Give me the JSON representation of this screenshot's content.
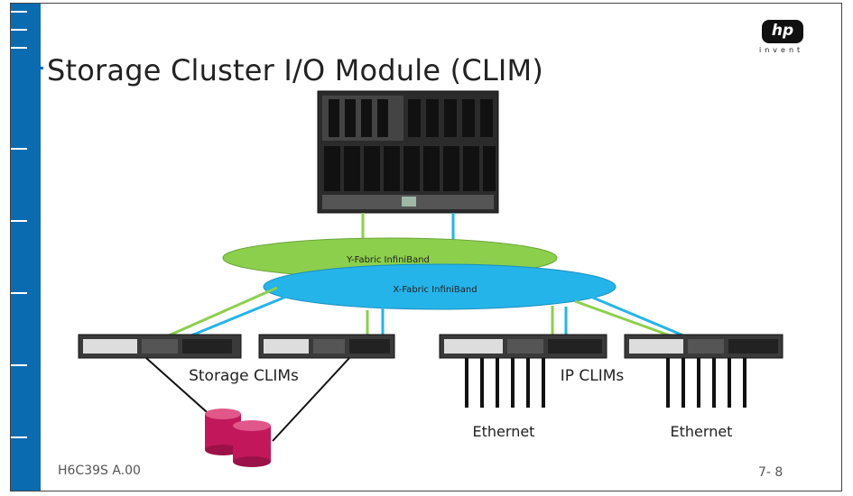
{
  "slide": {
    "title": "Storage Cluster I/O Module (CLIM)",
    "footer_left": "H6C39S A.00",
    "footer_right": "7- 8",
    "logo_mark": "hp",
    "logo_tagline": "invent"
  },
  "diagram": {
    "fabric_y_label": "Y-Fabric InfiniBand",
    "fabric_x_label": "X-Fabric InfiniBand",
    "storage_clims_label": "Storage CLIMs",
    "ip_clims_label": "IP CLIMs",
    "ethernet_label_1": "Ethernet",
    "ethernet_label_2": "Ethernet"
  },
  "colors": {
    "blue_bar": "#0b6bb0",
    "fabric_y": "#8ccf4d",
    "fabric_x": "#25b4ea",
    "link_green": "#8ccf4d",
    "link_blue": "#25b4ea",
    "disk": "#c2185b"
  }
}
